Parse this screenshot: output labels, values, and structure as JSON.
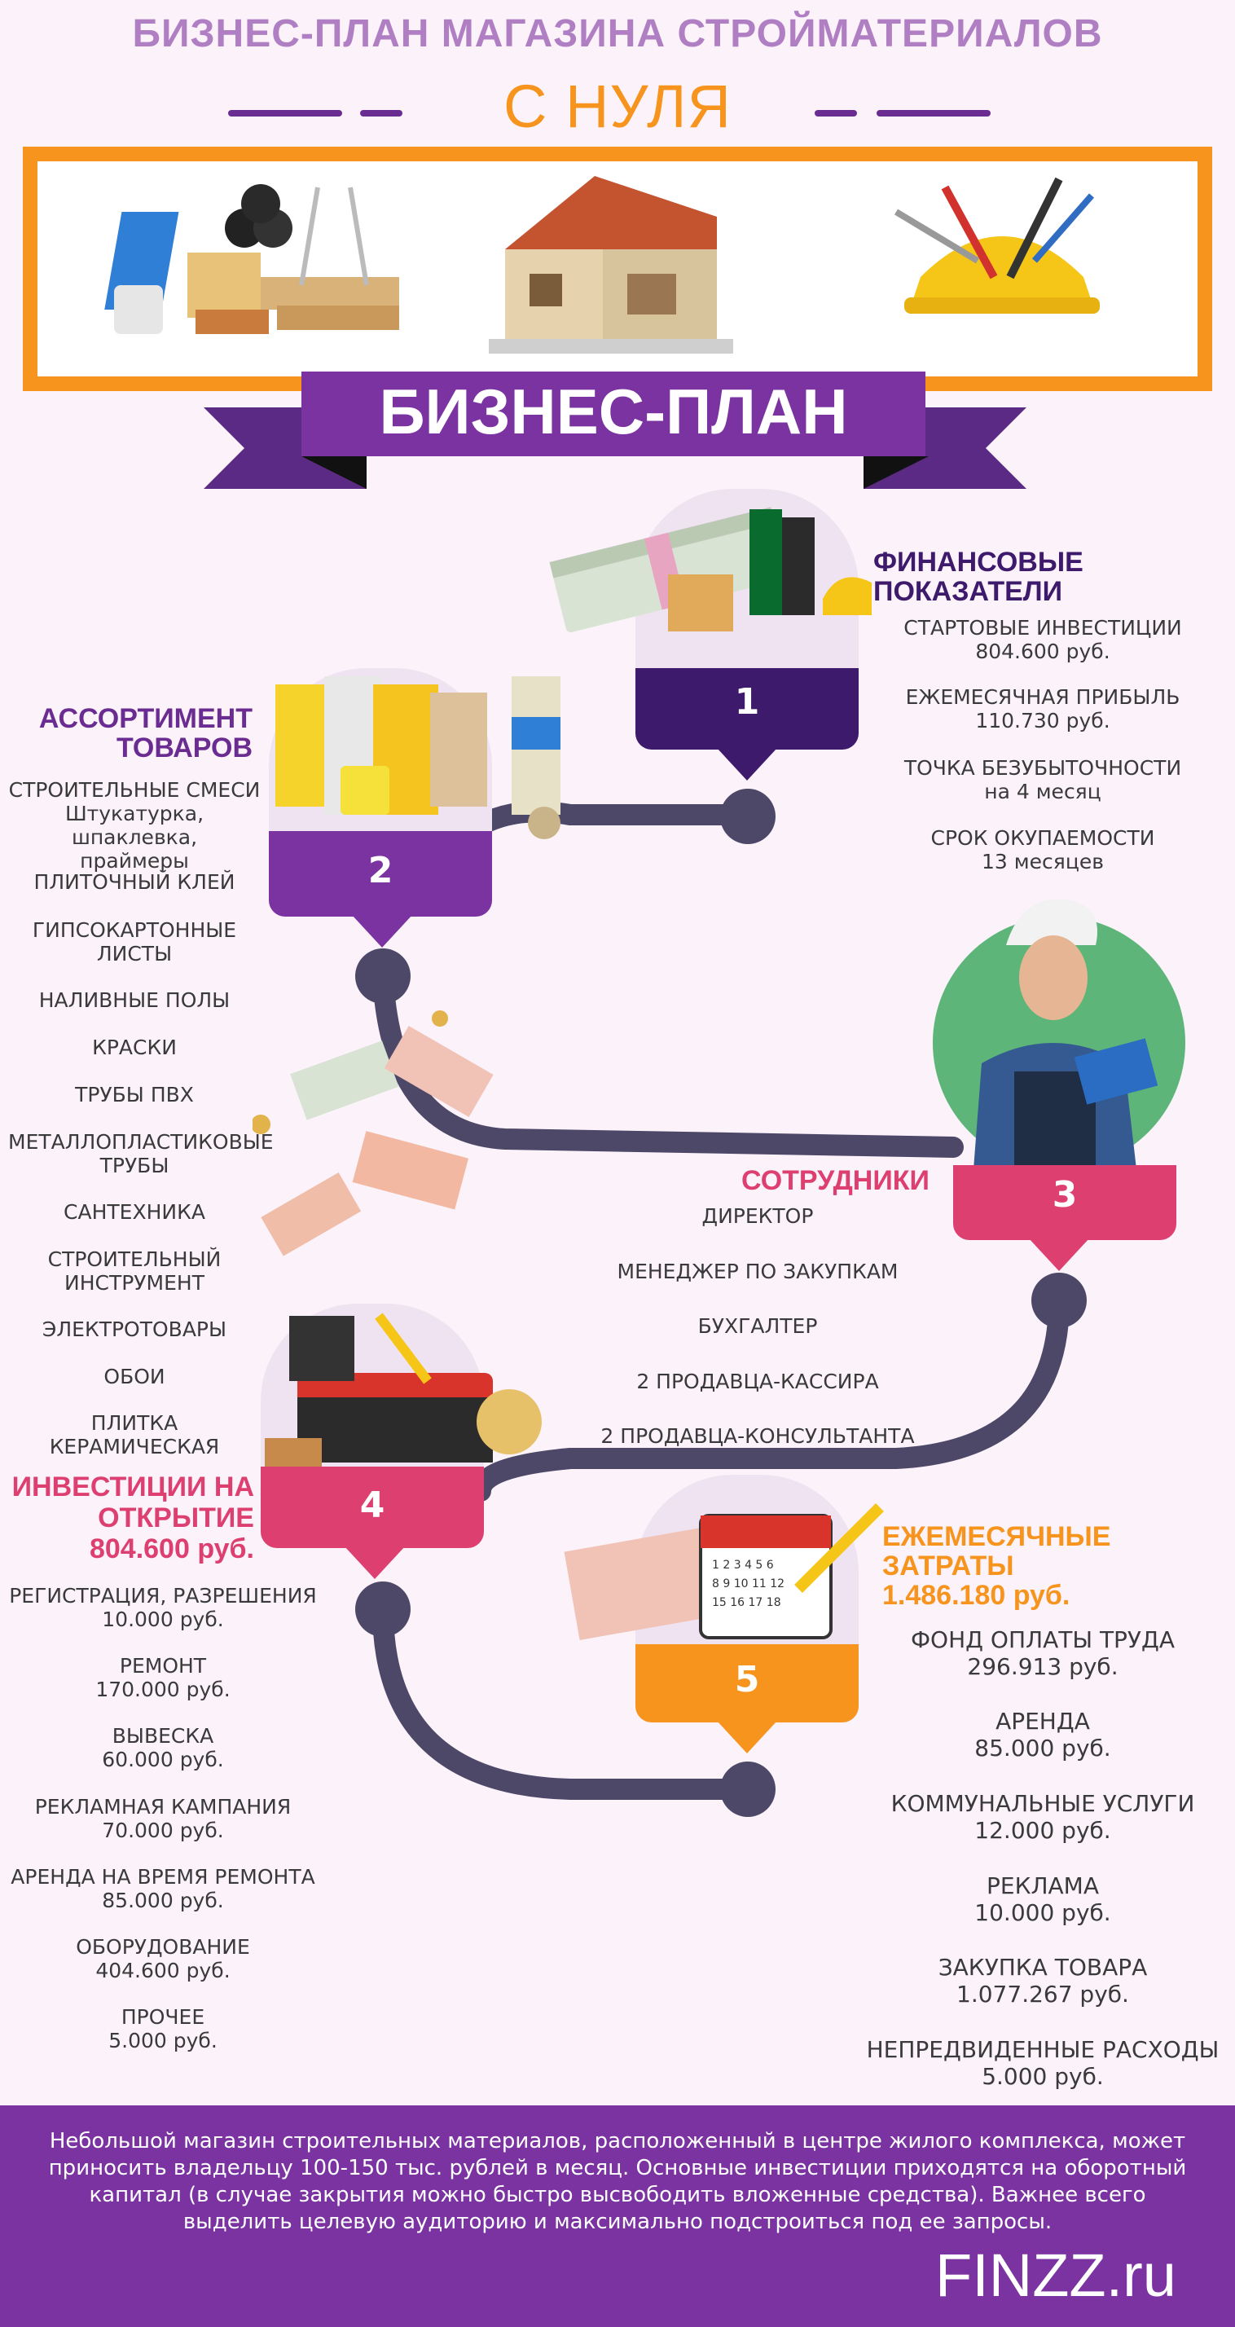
{
  "header": {
    "title": "БИЗНЕС-ПЛАН МАГАЗИНА СТРОЙМАТЕРИАЛОВ",
    "subtitle": "С НУЛЯ",
    "ribbon": "БИЗНЕС-ПЛАН"
  },
  "colors": {
    "purple": "#6b2c91",
    "dark_purple": "#3d1a6b",
    "orange": "#f7941e",
    "pink": "#dd4070",
    "path": "#4e4868",
    "bg": "#fbf2fa",
    "green": "#5db57a"
  },
  "icons": [
    "building-materials-image",
    "house-construction-image",
    "tools-helmet-image",
    "money-stack-image",
    "dry-mix-bags-image",
    "worker-photo",
    "falling-money-image",
    "toolbox-image",
    "calendar-money-image"
  ],
  "step1": {
    "number": "1",
    "title_line1": "ФИНАНСОВЫЕ",
    "title_line2": "ПОКАЗАТЕЛИ",
    "items": [
      {
        "label": "СТАРТОВЫЕ ИНВЕСТИЦИИ",
        "value": "804.600 руб."
      },
      {
        "label": "ЕЖЕМЕСЯЧНАЯ ПРИБЫЛЬ",
        "value": "110.730 руб."
      },
      {
        "label": "ТОЧКА БЕЗУБЫТОЧНОСТИ",
        "value": "на 4 месяц"
      },
      {
        "label": "СРОК ОКУПАЕМОСТИ",
        "value": "13 месяцев"
      }
    ]
  },
  "step2": {
    "number": "2",
    "title_line1": "АССОРТИМЕНТ",
    "title_line2": "ТОВАРОВ",
    "items": [
      {
        "line1": "СТРОИТЕЛЬНЫЕ СМЕСИ",
        "line2": "Штукатурка, шпаклевка,",
        "line3": "праймеры"
      },
      {
        "line1": "ПЛИТОЧНЫЙ КЛЕЙ"
      },
      {
        "line1": "ГИПСОКАРТОННЫЕ",
        "line2": "ЛИСТЫ"
      },
      {
        "line1": "НАЛИВНЫЕ ПОЛЫ"
      },
      {
        "line1": "КРАСКИ"
      },
      {
        "line1": "ТРУБЫ ПВХ"
      },
      {
        "line1": "МЕТАЛЛОПЛАСТИКОВЫЕ",
        "line2": "ТРУБЫ"
      },
      {
        "line1": "САНТЕХНИКА"
      },
      {
        "line1": "СТРОИТЕЛЬНЫЙ",
        "line2": "ИНСТРУМЕНТ"
      },
      {
        "line1": "ЭЛЕКТРОТОВАРЫ"
      },
      {
        "line1": "ОБОИ"
      },
      {
        "line1": "ПЛИТКА КЕРАМИЧЕСКАЯ"
      }
    ]
  },
  "step3": {
    "number": "3",
    "title": "СОТРУДНИКИ",
    "items": [
      "ДИРЕКТОР",
      "МЕНЕДЖЕР ПО ЗАКУПКАМ",
      "БУХГАЛТЕР",
      "2 ПРОДАВЦА-КАССИРА",
      "2 ПРОДАВЦА-КОНСУЛЬТАНТА"
    ]
  },
  "step4": {
    "number": "4",
    "title_line1": "ИНВЕСТИЦИИ НА",
    "title_line2": "ОТКРЫТИЕ",
    "title_line3": "804.600 руб.",
    "items": [
      {
        "label": "РЕГИСТРАЦИЯ, РАЗРЕШЕНИЯ",
        "value": "10.000 руб."
      },
      {
        "label": "РЕМОНТ",
        "value": "170.000 руб."
      },
      {
        "label": "ВЫВЕСКА",
        "value": "60.000 руб."
      },
      {
        "label": "РЕКЛАМНАЯ КАМПАНИЯ",
        "value": "70.000 руб."
      },
      {
        "label": "АРЕНДА НА ВРЕМЯ РЕМОНТА",
        "value": "85.000 руб."
      },
      {
        "label": "ОБОРУДОВАНИЕ",
        "value": "404.600 руб."
      },
      {
        "label": "ПРОЧЕЕ",
        "value": "5.000 руб."
      }
    ]
  },
  "step5": {
    "number": "5",
    "title_line1": "ЕЖЕМЕСЯЧНЫЕ",
    "title_line2": "ЗАТРАТЫ",
    "title_line3": "1.486.180 руб.",
    "items": [
      {
        "label": "ФОНД ОПЛАТЫ ТРУДА",
        "value": "296.913 руб."
      },
      {
        "label": "АРЕНДА",
        "value": "85.000 руб."
      },
      {
        "label": "КОММУНАЛЬНЫЕ УСЛУГИ",
        "value": "12.000 руб."
      },
      {
        "label": "РЕКЛАМА",
        "value": "10.000 руб."
      },
      {
        "label": "ЗАКУПКА ТОВАРА",
        "value": "1.077.267 руб."
      },
      {
        "label": "НЕПРЕДВИДЕННЫЕ РАСХОДЫ",
        "value": "5.000 руб."
      }
    ]
  },
  "footer": {
    "line1": "Небольшой магазин строительных материалов, расположенный в центре жилого комплекса, может",
    "line2": "приносить владельцу 100-150 тыс. рублей в месяц. Основные инвестиции приходятся на оборотный",
    "line3": "капитал (в случае закрытия можно быстро высвободить вложенные средства). Важнее всего",
    "line4": "выделить целевую аудиторию и максимально подстроиться под ее запросы.",
    "brand": "FINZZ.ru"
  }
}
